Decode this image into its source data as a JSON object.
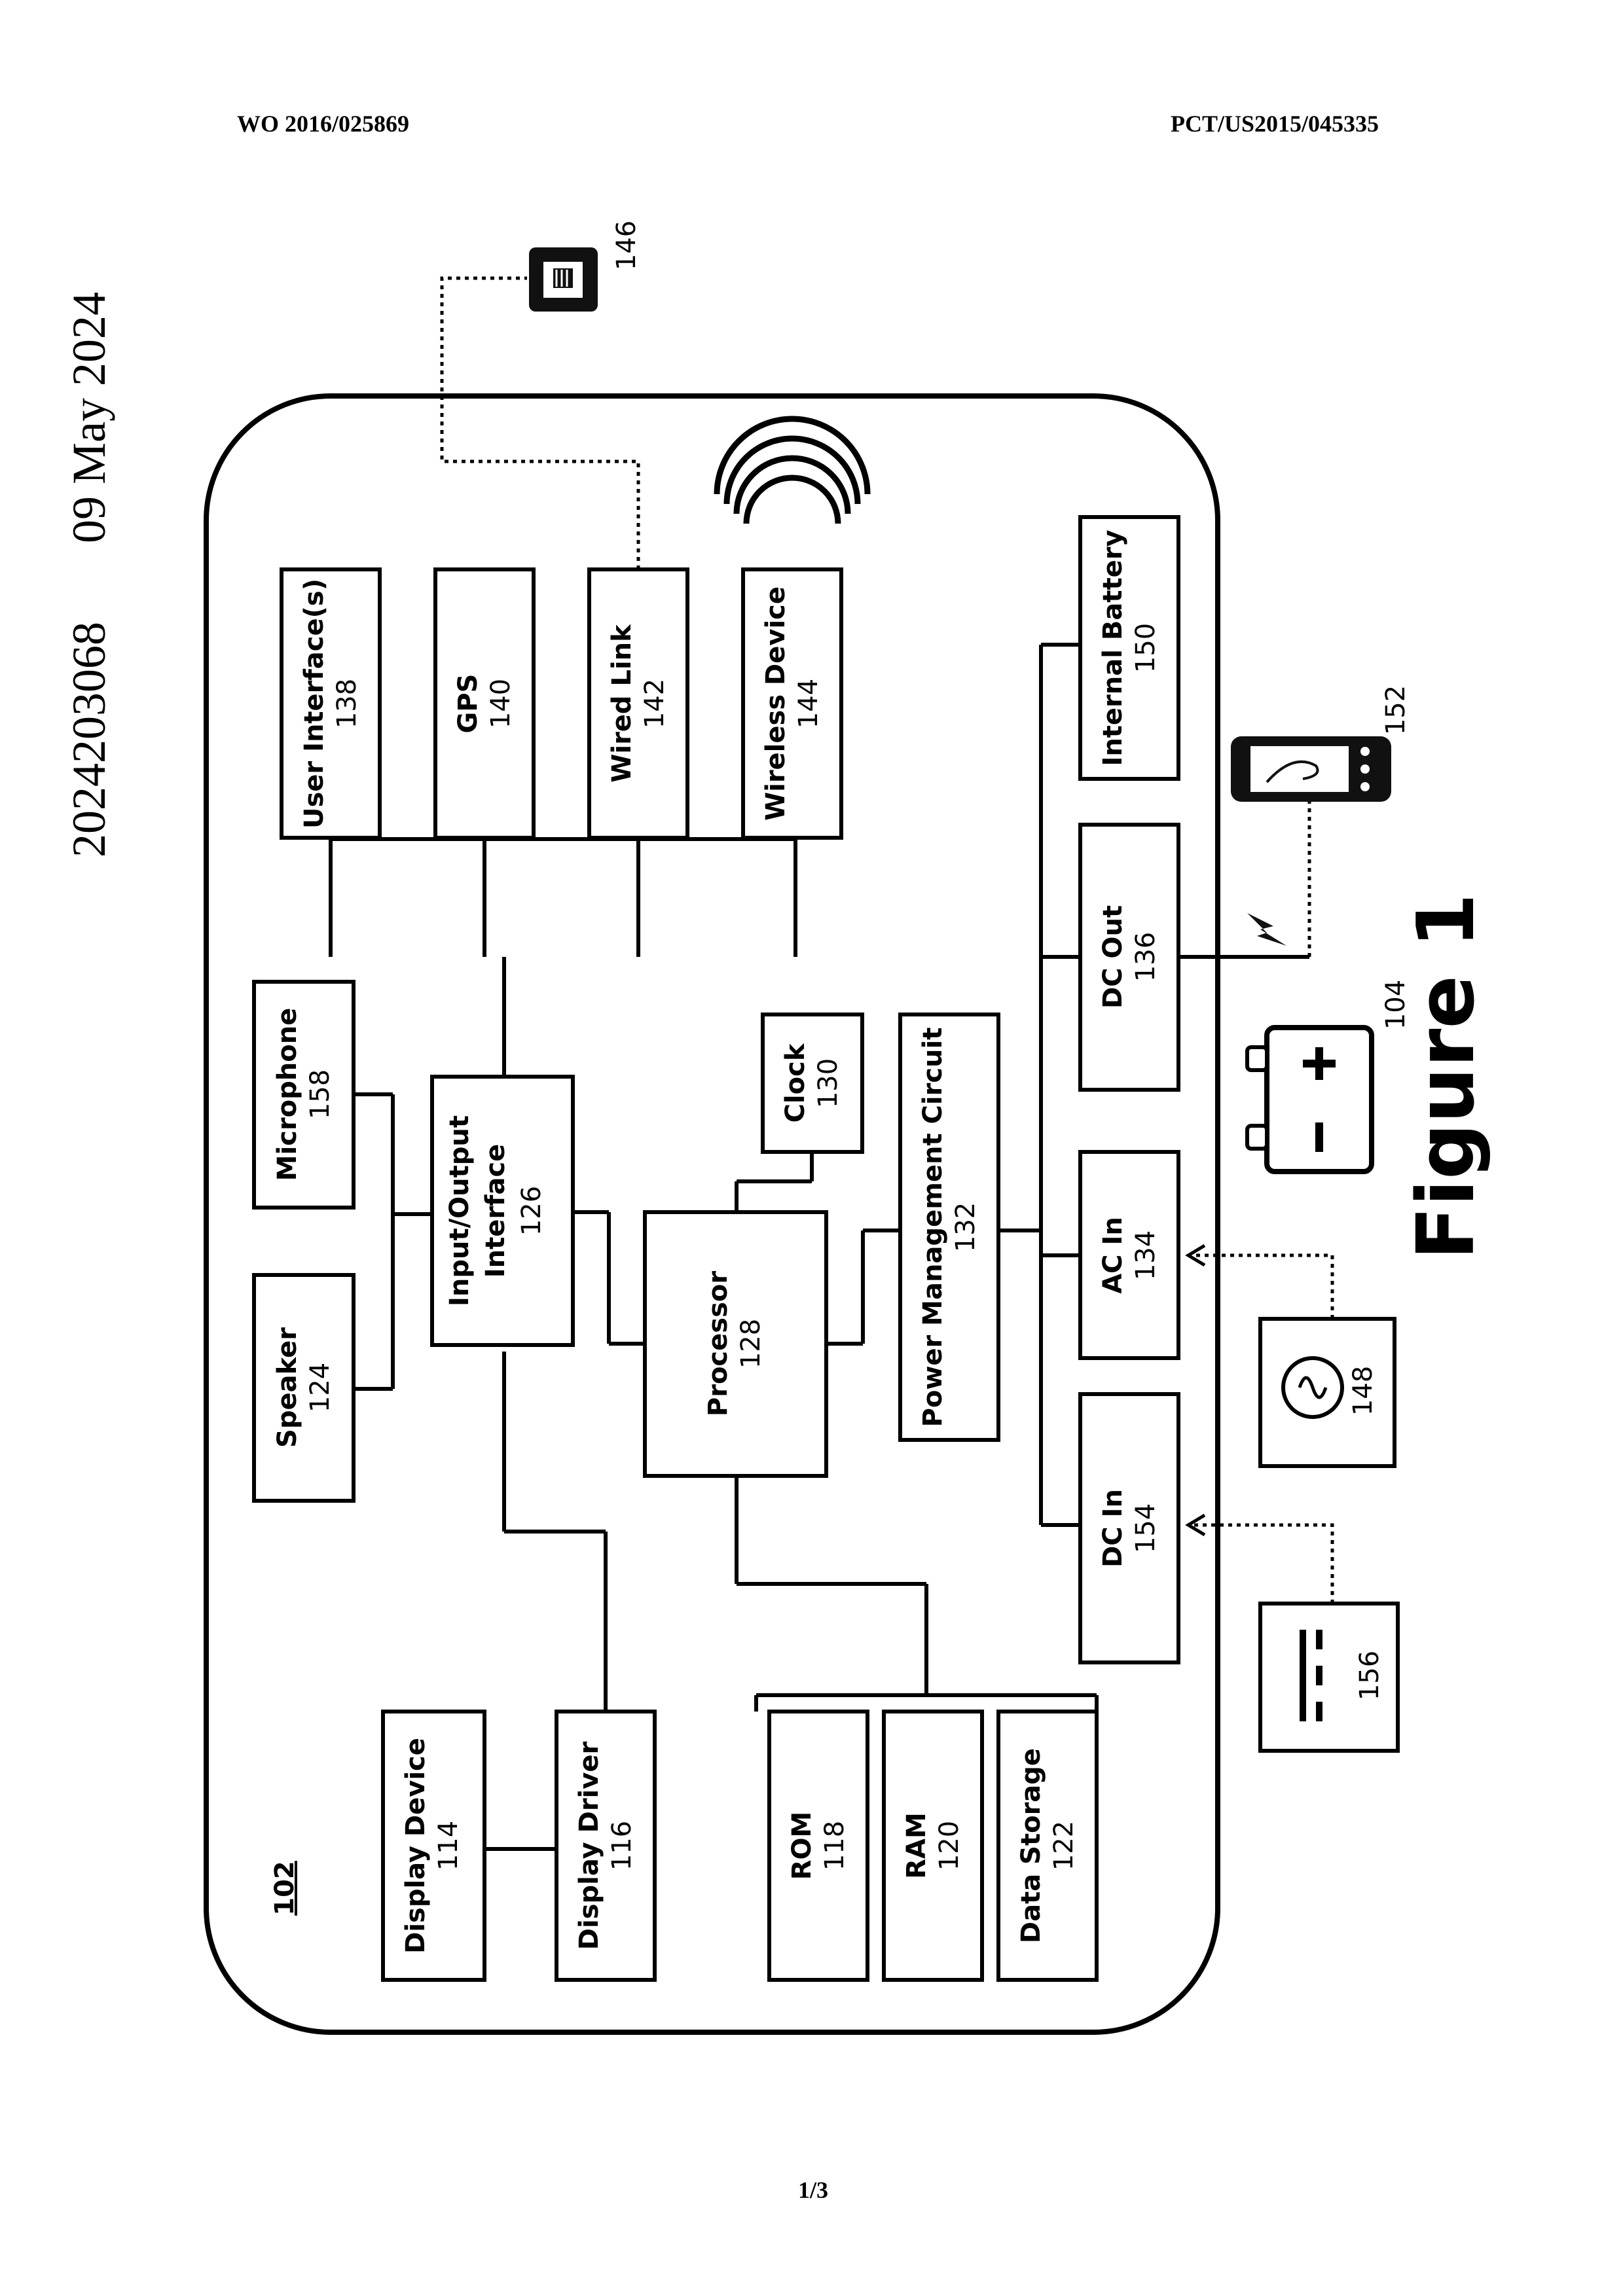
{
  "header": {
    "publication_number": "WO 2016/025869",
    "application_number": "PCT/US2015/045335"
  },
  "margin": {
    "document_number": "2024203068",
    "date": "09 May 2024"
  },
  "page_number": "1/3",
  "figure": {
    "title": "Figure 1",
    "device_ref": "102",
    "blocks": [
      {
        "key": "user_interface",
        "label": "User Interface(s)",
        "number": "138"
      },
      {
        "key": "gps",
        "label": "GPS",
        "number": "140"
      },
      {
        "key": "wired_link",
        "label": "Wired Link",
        "number": "142"
      },
      {
        "key": "wireless_device",
        "label": "Wireless Device",
        "number": "144"
      },
      {
        "key": "internal_battery",
        "label": "Internal Battery",
        "number": "150"
      },
      {
        "key": "microphone",
        "label": "Microphone",
        "number": "158"
      },
      {
        "key": "speaker",
        "label": "Speaker",
        "number": "124"
      },
      {
        "key": "io_line1",
        "label": "Input/Output",
        "number": ""
      },
      {
        "key": "io_line2",
        "label": "Interface",
        "number": "126"
      },
      {
        "key": "clock",
        "label": "Clock",
        "number": "130"
      },
      {
        "key": "processor",
        "label": "Processor",
        "number": "128"
      },
      {
        "key": "pmc",
        "label": "Power Management Circuit",
        "number": "132"
      },
      {
        "key": "dc_out",
        "label": "DC Out",
        "number": "136"
      },
      {
        "key": "ac_in",
        "label": "AC In",
        "number": "134"
      },
      {
        "key": "dc_in",
        "label": "DC In",
        "number": "154"
      },
      {
        "key": "display_device",
        "label": "Display Device",
        "number": "114"
      },
      {
        "key": "display_driver",
        "label": "Display Driver",
        "number": "116"
      },
      {
        "key": "rom",
        "label": "ROM",
        "number": "118"
      },
      {
        "key": "ram",
        "label": "RAM",
        "number": "120"
      },
      {
        "key": "data_storage",
        "label": "Data Storage",
        "number": "122"
      }
    ],
    "external_refs": {
      "ethernet_port": "146",
      "phone": "152",
      "battery": "104",
      "ac_source": "148",
      "dc_source": "156"
    },
    "icons": [
      "ethernet-port-icon",
      "wifi-signal-icon",
      "smartphone-icon",
      "lightning-icon",
      "battery-icon",
      "ac-source-icon",
      "dc-source-icon"
    ]
  }
}
